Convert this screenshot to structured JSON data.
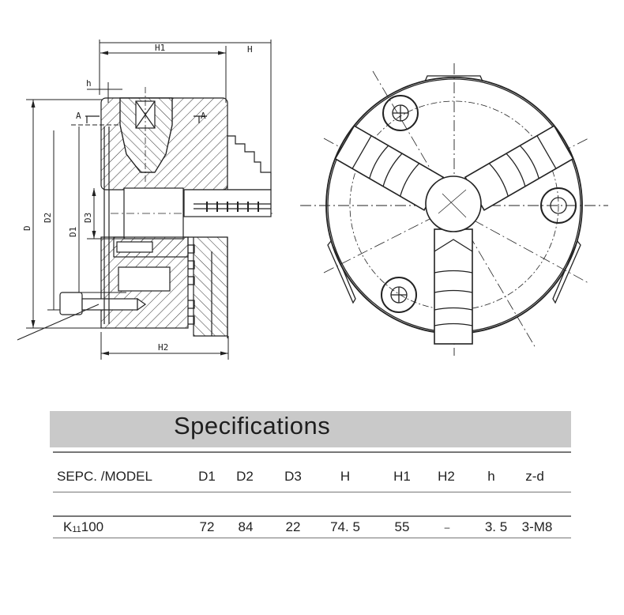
{
  "drawing": {
    "side_view": {
      "dimension_labels": {
        "H1": "H1",
        "H": "H",
        "h": "h",
        "A_left": "A",
        "A_right": "A",
        "D": "D",
        "D2": "D2",
        "D1": "D1",
        "D3": "D3",
        "H2": "H2"
      }
    },
    "front_view": {
      "description": "Three-jaw chuck front view with 3 mounting bolt holes"
    }
  },
  "specifications": {
    "title": "Specifications",
    "headers": [
      "SEPC. /MODEL",
      "D1",
      "D2",
      "D3",
      "H",
      "H1",
      "H2",
      "h",
      "z-d"
    ],
    "rows": [
      {
        "model_prefix": "K",
        "model_sub": "11",
        "model_suffix": "100",
        "values": [
          "72",
          "84",
          "22",
          "74. 5",
          "55",
          "–",
          "3. 5",
          "3-M8"
        ]
      }
    ]
  }
}
